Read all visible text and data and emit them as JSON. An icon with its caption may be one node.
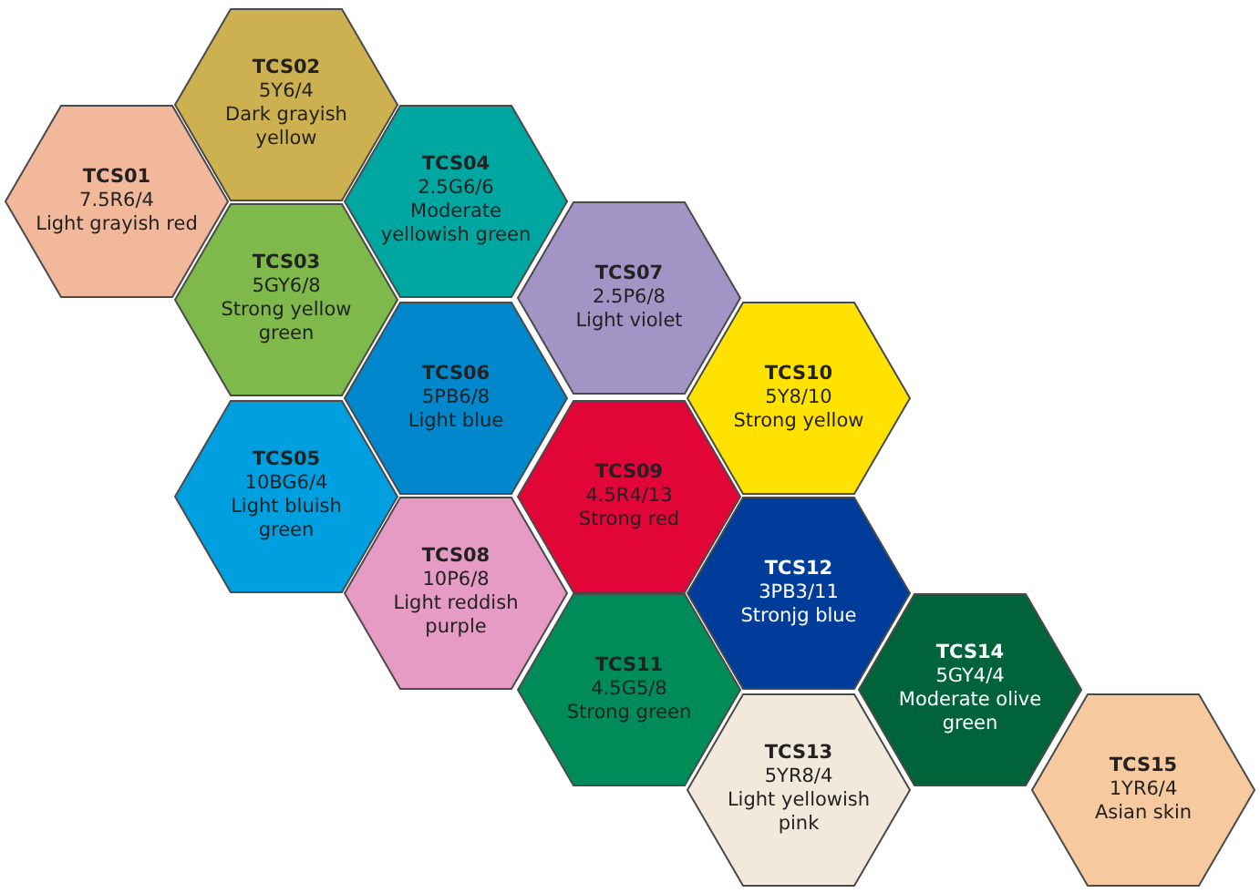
{
  "diagram": {
    "nodes": [
      {
        "text": [
          "TCS01",
          "7.5R6/4",
          "Light grayish red"
        ]
      },
      {
        "text": [
          "TCS02",
          "5Y6/4",
          "Dark grayish yellow"
        ]
      },
      {
        "text": [
          "TCS03",
          "5GY6/8",
          "Strong yellow green"
        ]
      },
      {
        "text": [
          "TCS04",
          "2.5G6/6",
          "Moderate yellowish green"
        ]
      },
      {
        "text": [
          "TCS05",
          "10BG6/4",
          "Light bluish green"
        ]
      },
      {
        "text": [
          "TCS06",
          "5PB6/8",
          "Light blue"
        ]
      },
      {
        "text": [
          "TCS07",
          "2.5P6/8",
          "Light violet"
        ]
      },
      {
        "text": [
          "TCS08",
          "10P6/8",
          "Light reddish purple"
        ]
      },
      {
        "text": [
          "TCS09",
          "4.5R4/13",
          "Strong red"
        ]
      },
      {
        "text": [
          "TCS10",
          "5Y8/10",
          "Strong yellow"
        ]
      },
      {
        "text": [
          "TCS11",
          "4.5G5/8",
          "Strong green"
        ]
      },
      {
        "text": [
          "TCS12",
          "3PB3/11",
          "Stronjg blue"
        ]
      },
      {
        "text": [
          "TCS13",
          "5YR8/4",
          "Light yellowish pink"
        ]
      },
      {
        "text": [
          "TCS14",
          "5GY4/4",
          "Moderate olive green"
        ]
      },
      {
        "text": [
          "TCS15",
          "1YR6/4",
          "Asian skin"
        ]
      }
    ]
  }
}
